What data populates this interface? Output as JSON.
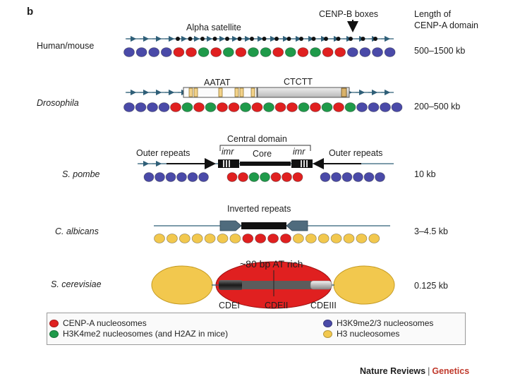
{
  "panel_label": "b",
  "header": {
    "cenpb_boxes": "CENP-B boxes",
    "length_title_line1": "Length of",
    "length_title_line2": "CENP-A domain"
  },
  "colors": {
    "cenpa": "#e02020",
    "h3k4": "#1f9a4a",
    "h3k9": "#4a4aa8",
    "h3": "#f2c84e",
    "line": "#2f5f78"
  },
  "rows": [
    {
      "organism": "Human/mouse",
      "length": "500–1500 kb",
      "labels": {
        "alpha_satellite": "Alpha satellite"
      },
      "nucleosomes": [
        "h3k9",
        "h3k9",
        "h3k9",
        "h3k9",
        "cenpa",
        "cenpa",
        "h3k4",
        "cenpa",
        "h3k4",
        "cenpa",
        "h3k4",
        "h3k4",
        "cenpa",
        "h3k4",
        "cenpa",
        "h3k4",
        "cenpa",
        "cenpa",
        "h3k9",
        "h3k9",
        "h3k9",
        "h3k9"
      ]
    },
    {
      "organism": "Drosophila",
      "length": "200–500 kb",
      "labels": {
        "aatat": "AATAT",
        "ctctt": "CTCTT"
      },
      "nucleosomes": [
        "h3k9",
        "h3k9",
        "h3k9",
        "h3k9",
        "cenpa",
        "h3k4",
        "cenpa",
        "h3k4",
        "cenpa",
        "cenpa",
        "h3k4",
        "cenpa",
        "h3k4",
        "cenpa",
        "cenpa",
        "h3k4",
        "cenpa",
        "h3k4",
        "cenpa",
        "h3k4",
        "h3k9",
        "h3k9",
        "h3k9",
        "h3k9"
      ]
    },
    {
      "organism": "S. pombe",
      "length": "10 kb",
      "labels": {
        "central_domain": "Central domain",
        "outer_left": "Outer repeats",
        "imr_left": "imr",
        "core": "Core",
        "imr_right": "imr",
        "outer_right": "Outer repeats"
      },
      "nucleosomes_left": [
        "h3k9",
        "h3k9",
        "h3k9",
        "h3k9",
        "h3k9",
        "h3k9"
      ],
      "nucleosomes_center": [
        "cenpa",
        "cenpa",
        "h3k4",
        "h3k4",
        "cenpa",
        "cenpa",
        "cenpa"
      ],
      "nucleosomes_right": [
        "h3k9",
        "h3k9",
        "h3k9",
        "h3k9",
        "h3k9",
        "h3k9"
      ]
    },
    {
      "organism": "C. albicans",
      "length": "3–4.5 kb",
      "labels": {
        "inverted_repeats": "Inverted repeats"
      },
      "nucleosomes": [
        "h3",
        "h3",
        "h3",
        "h3",
        "h3",
        "h3",
        "h3",
        "cenpa",
        "cenpa",
        "cenpa",
        "cenpa",
        "h3",
        "h3",
        "h3",
        "h3",
        "h3",
        "h3",
        "h3"
      ]
    },
    {
      "organism": "S. cerevisiae",
      "length": "0.125 kb",
      "labels": {
        "at_rich": "~80 bp AT rich",
        "cdei": "CDEI",
        "cdeii": "CDEII",
        "cdeiii": "CDEIII"
      }
    }
  ],
  "legend": {
    "cenpa": "CENP-A nucleosomes",
    "h3k4": "H3K4me2 nucleosomes (and H2AZ in mice)",
    "h3k9": "H3K9me2/3 nucleosomes",
    "h3": "H3 nucleosomes"
  },
  "footer": {
    "journal": "Nature Reviews",
    "subject": "Genetics"
  }
}
